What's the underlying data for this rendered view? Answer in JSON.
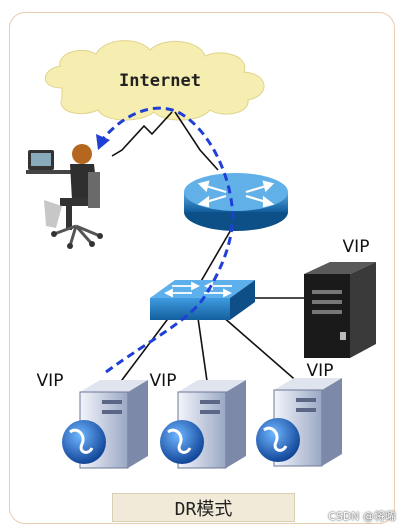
{
  "cloud_label": "Internet",
  "vip_labels": {
    "top_server": "VIP",
    "server_1": "VIP",
    "server_2": "VIP",
    "server_3": "VIP"
  },
  "caption": "DR模式",
  "watermark": "CSDN @将晞",
  "colors": {
    "cloud_fill": "#f6eeb1",
    "device_blue": "#1b70b5",
    "flow_dashed": "#1f3fd6",
    "frame_border": "#e8cdb0"
  }
}
